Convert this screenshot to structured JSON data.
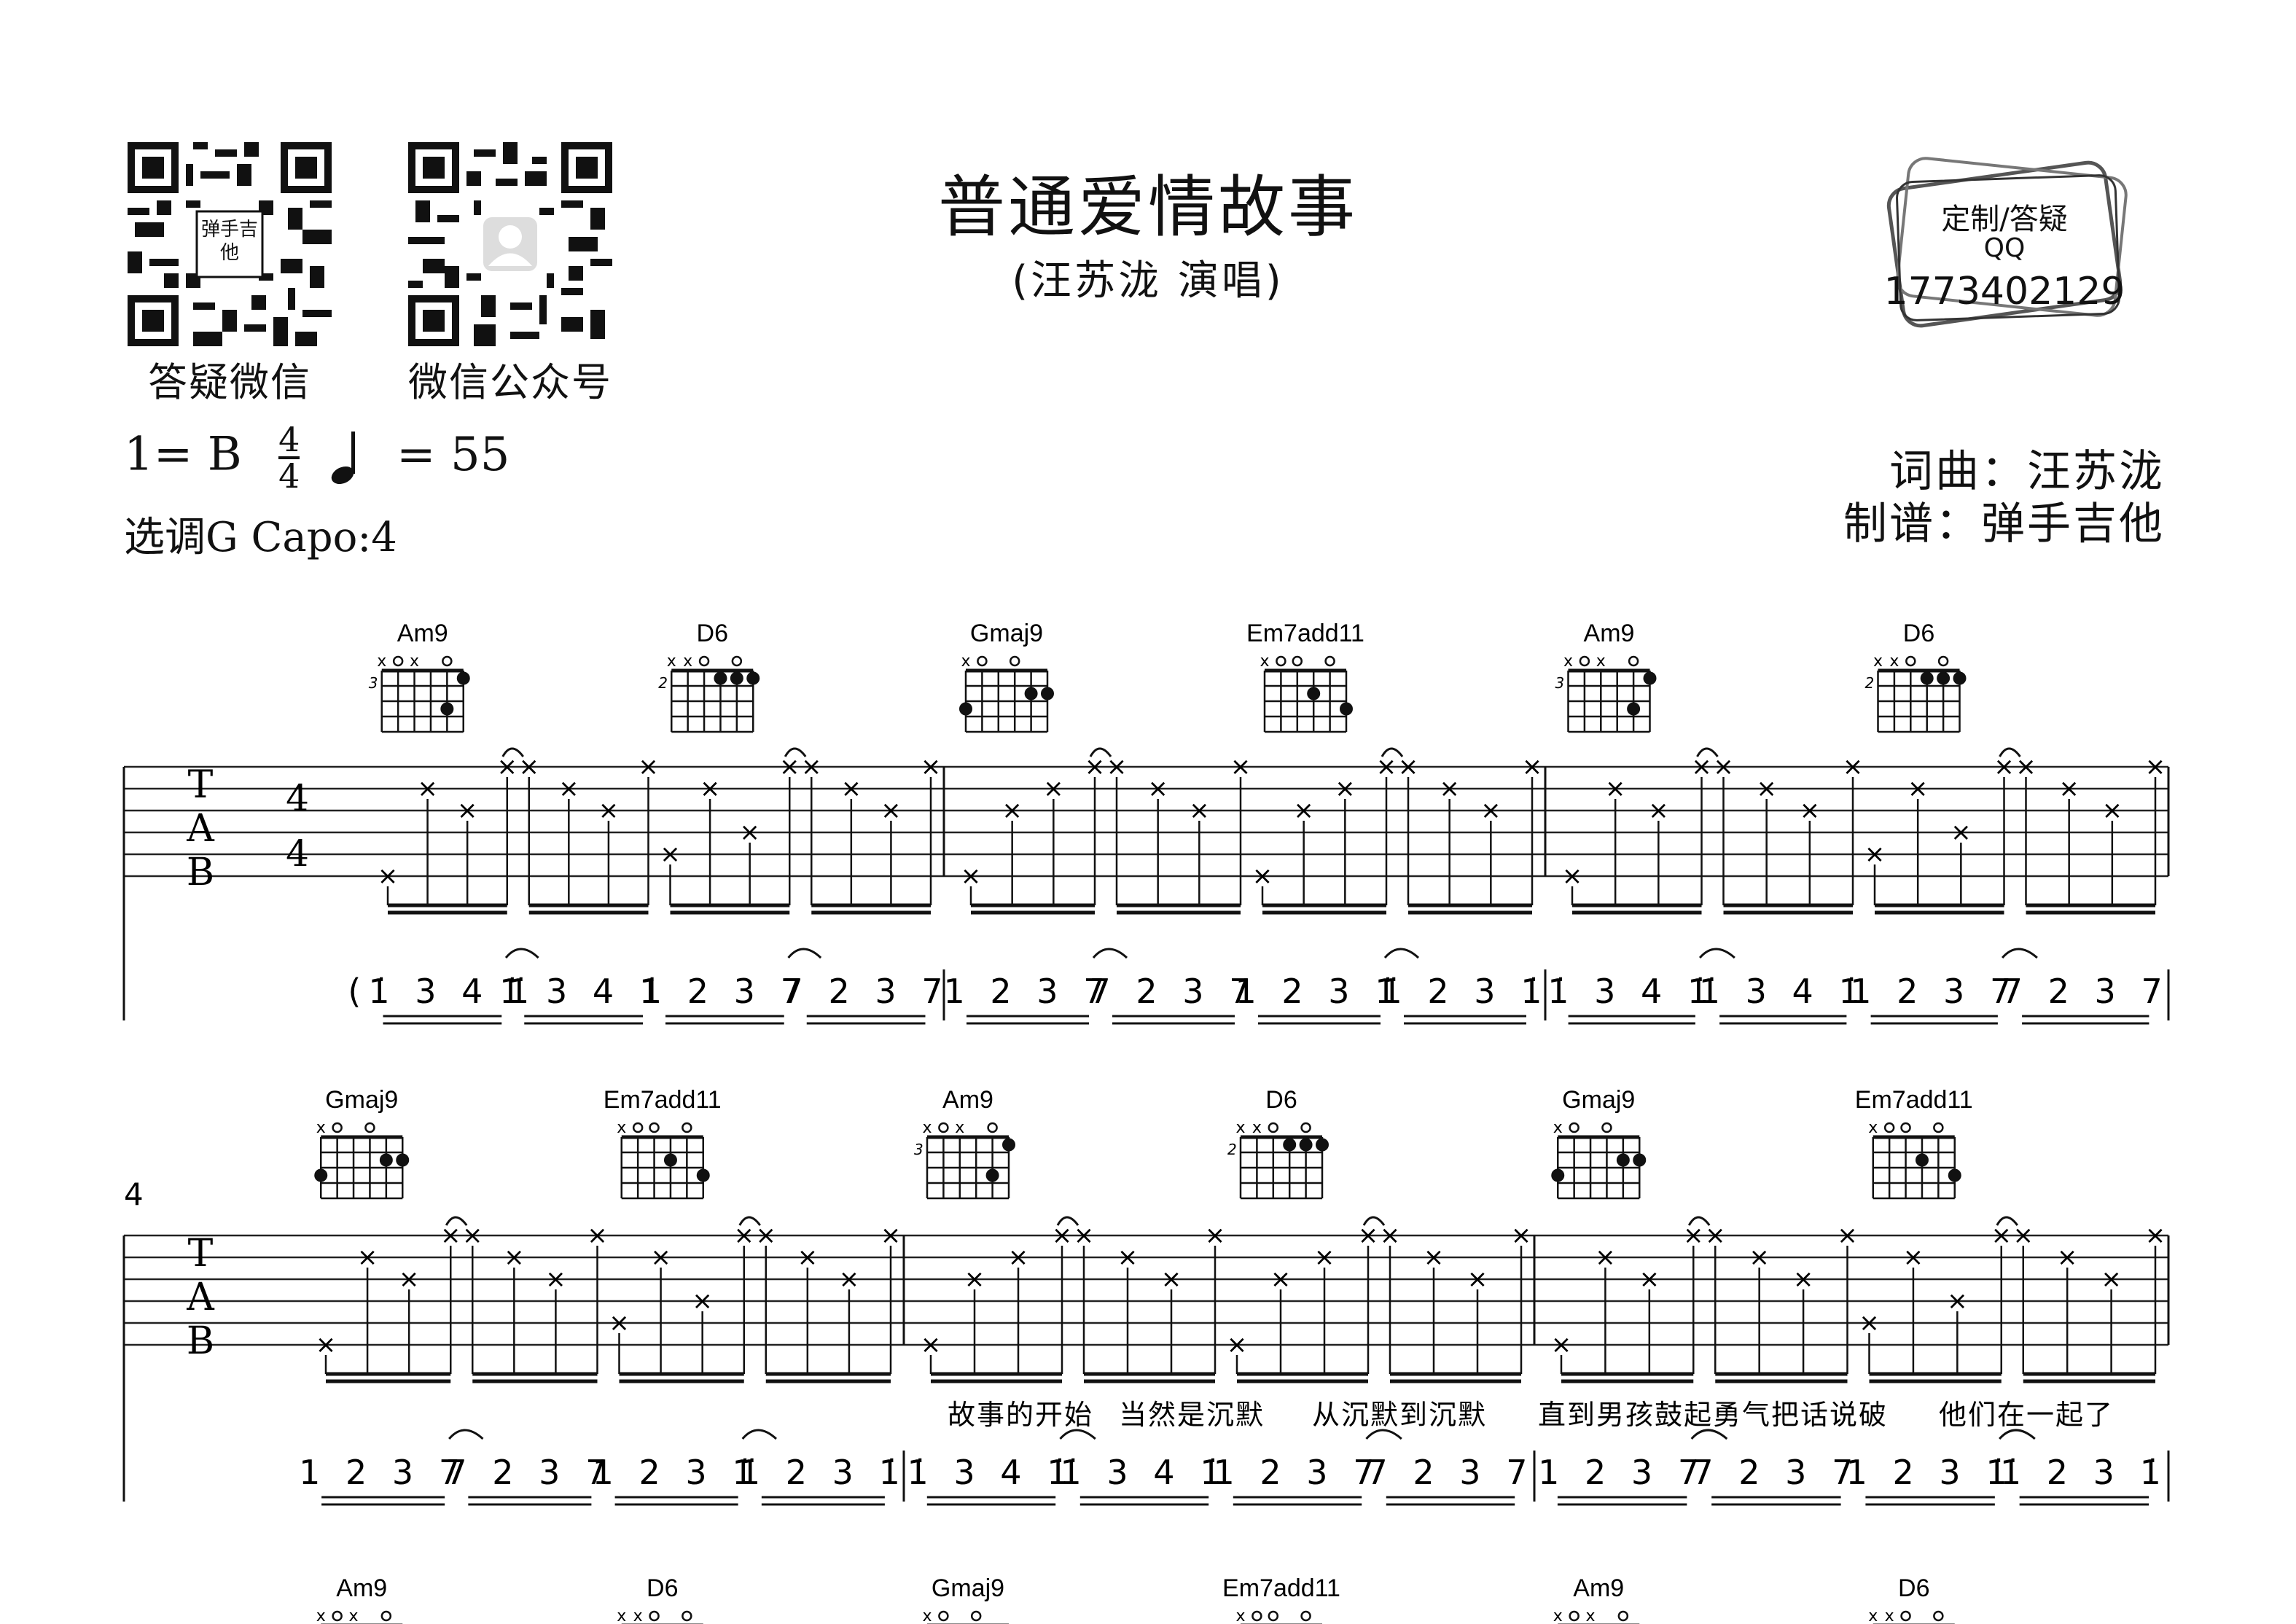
{
  "header": {
    "title": "普通爱情故事",
    "subtitle": "(汪苏泷 演唱)",
    "qr_left_caption": "答疑微信",
    "qr_left_center": "弹手吉他",
    "qr_right_caption": "微信公众号",
    "stamp_line1": "定制/答疑",
    "stamp_line2": "QQ",
    "stamp_line3": "1773402129"
  },
  "meta": {
    "key": "1= B",
    "time_top": "4",
    "time_bottom": "4",
    "tempo": "= 55",
    "capo": "选调G Capo:4",
    "lyricist_composer": "词曲：汪苏泷",
    "transcriber": "制谱：弹手吉他"
  },
  "systems": [
    {
      "measure_number": "",
      "tab_letters": [
        "T",
        "A",
        "B"
      ],
      "time_sig": [
        "4",
        "4"
      ],
      "measures": [
        {
          "chords": [
            {
              "name": "Am9",
              "fret": "3",
              "marks": "xox o",
              "dots": [
                [
                  5,
                  1
                ],
                [
                  4,
                  3
                ]
              ]
            },
            {
              "name": "D6",
              "fret": "2",
              "marks": "xxo o",
              "dots": [
                [
                  3,
                  1
                ],
                [
                  5,
                  1
                ],
                [
                  4,
                  1
                ]
              ]
            }
          ],
          "notation": [
            "(1̇ 3 4 1̇",
            "1̇ 3 4 1̇",
            "1 2 3 7",
            "7 2 3 7"
          ]
        },
        {
          "chords": [
            {
              "name": "Gmaj9",
              "fret": "",
              "marks": "xo o",
              "dots": [
                [
                  0,
                  3
                ],
                [
                  4,
                  2
                ],
                [
                  5,
                  2
                ]
              ]
            },
            {
              "name": "Em7add11",
              "fret": "",
              "marks": "xoo o",
              "dots": [
                [
                  3,
                  2
                ],
                [
                  5,
                  3
                ]
              ]
            }
          ],
          "notation": [
            "1 2 3 7",
            "7 2 3 7",
            "1 2 3 1̇",
            "1̇ 2 3 1̇"
          ]
        },
        {
          "chords": [
            {
              "name": "Am9",
              "fret": "3",
              "marks": "xox o",
              "dots": [
                [
                  5,
                  1
                ],
                [
                  4,
                  3
                ]
              ]
            },
            {
              "name": "D6",
              "fret": "2",
              "marks": "xxo o",
              "dots": [
                [
                  3,
                  1
                ],
                [
                  5,
                  1
                ],
                [
                  4,
                  1
                ]
              ]
            }
          ],
          "notation": [
            "1̇ 3 4 1̇",
            "1̇ 3 4 1̇",
            "1 2 3 7",
            "7 2 3 7"
          ]
        }
      ],
      "lyrics": []
    },
    {
      "measure_number": "4",
      "tab_letters": [
        "T",
        "A",
        "B"
      ],
      "time_sig": [],
      "measures": [
        {
          "chords": [
            {
              "name": "Gmaj9",
              "fret": "",
              "marks": "xo o",
              "dots": [
                [
                  0,
                  3
                ],
                [
                  4,
                  2
                ],
                [
                  5,
                  2
                ]
              ]
            },
            {
              "name": "Em7add11",
              "fret": "",
              "marks": "xoo o",
              "dots": [
                [
                  3,
                  2
                ],
                [
                  5,
                  3
                ]
              ]
            }
          ],
          "notation": [
            "1 2 3 7",
            "7 2 3 7",
            "1 2 3 1̇",
            "1̇ 2 3 1̇"
          ]
        },
        {
          "chords": [
            {
              "name": "Am9",
              "fret": "3",
              "marks": "xox o",
              "dots": [
                [
                  5,
                  1
                ],
                [
                  4,
                  3
                ]
              ]
            },
            {
              "name": "D6",
              "fret": "2",
              "marks": "xxo o",
              "dots": [
                [
                  3,
                  1
                ],
                [
                  5,
                  1
                ],
                [
                  4,
                  1
                ]
              ]
            }
          ],
          "notation": [
            "1̇ 3 4 1̇",
            "1̇ 3 4 1̇",
            "1 2 3 7",
            "7 2 3 7"
          ]
        },
        {
          "chords": [
            {
              "name": "Gmaj9",
              "fret": "",
              "marks": "xo o",
              "dots": [
                [
                  0,
                  3
                ],
                [
                  4,
                  2
                ],
                [
                  5,
                  2
                ]
              ]
            },
            {
              "name": "Em7add11",
              "fret": "",
              "marks": "xoo o",
              "dots": [
                [
                  3,
                  2
                ],
                [
                  5,
                  3
                ]
              ]
            }
          ],
          "notation": [
            "1 2 3 7",
            "7 2 3 7",
            "1 2 3 1̇",
            "1̇ 2 3 1̇"
          ]
        }
      ],
      "lyrics": [
        "故事的开始",
        "当然是沉默",
        "从沉默到沉默",
        "直到男孩鼓起勇气把话说破",
        "他们在一起了"
      ]
    },
    {
      "measure_number": "",
      "tab_letters": [],
      "time_sig": [],
      "measures": [
        {
          "chords": [
            {
              "name": "Am9",
              "fret": "",
              "marks": "xox o",
              "dots": []
            },
            {
              "name": "D6",
              "fret": "",
              "marks": "xxo o",
              "dots": []
            }
          ],
          "notation": []
        },
        {
          "chords": [
            {
              "name": "Gmaj9",
              "fret": "",
              "marks": "xo o",
              "dots": []
            },
            {
              "name": "Em7add11",
              "fret": "",
              "marks": "xoo o",
              "dots": []
            }
          ],
          "notation": []
        },
        {
          "chords": [
            {
              "name": "Am9",
              "fret": "",
              "marks": "xox o",
              "dots": []
            },
            {
              "name": "D6",
              "fret": "",
              "marks": "xxo o",
              "dots": []
            }
          ],
          "notation": []
        }
      ],
      "lyrics": []
    }
  ]
}
